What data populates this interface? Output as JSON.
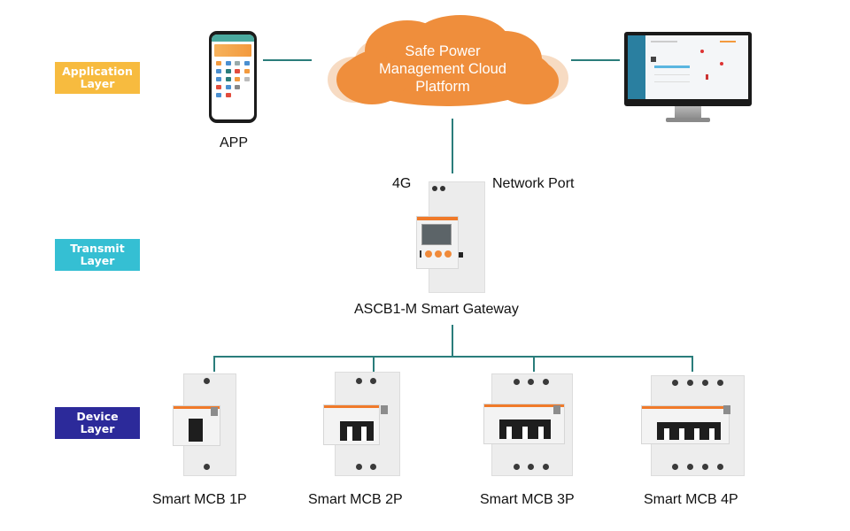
{
  "layers": [
    {
      "label": "Application Layer",
      "line1": "Application",
      "line2": "Layer",
      "color": "#f7bb3f"
    },
    {
      "label": "Transmit Layer",
      "line1": "Transmit",
      "line2": "Layer",
      "color": "#35bfd3"
    },
    {
      "label": "Device Layer",
      "line1": "Device",
      "line2": "Layer",
      "color": "#2c2a9a"
    }
  ],
  "application": {
    "cloud": {
      "line1": "Safe Power",
      "line2": "Management Cloud",
      "line3": "Platform",
      "color": "#ef8e3c"
    },
    "app_label": "APP",
    "phone_icon": "smartphone-app-icon",
    "monitor_icon": "desktop-monitor-icon"
  },
  "transmit": {
    "left_label": "4G",
    "right_label": "Network Port",
    "gateway_label": "ASCB1-M Smart Gateway",
    "gateway_icon": "smart-gateway-device-icon"
  },
  "devices": [
    {
      "label": "Smart MCB 1P",
      "poles": 1
    },
    {
      "label": "Smart MCB 2P",
      "poles": 2
    },
    {
      "label": "Smart MCB 3P",
      "poles": 3
    },
    {
      "label": "Smart MCB 4P",
      "poles": 4
    }
  ],
  "colors": {
    "connector": "#2a7d7b",
    "accent_orange": "#f07a2a"
  }
}
